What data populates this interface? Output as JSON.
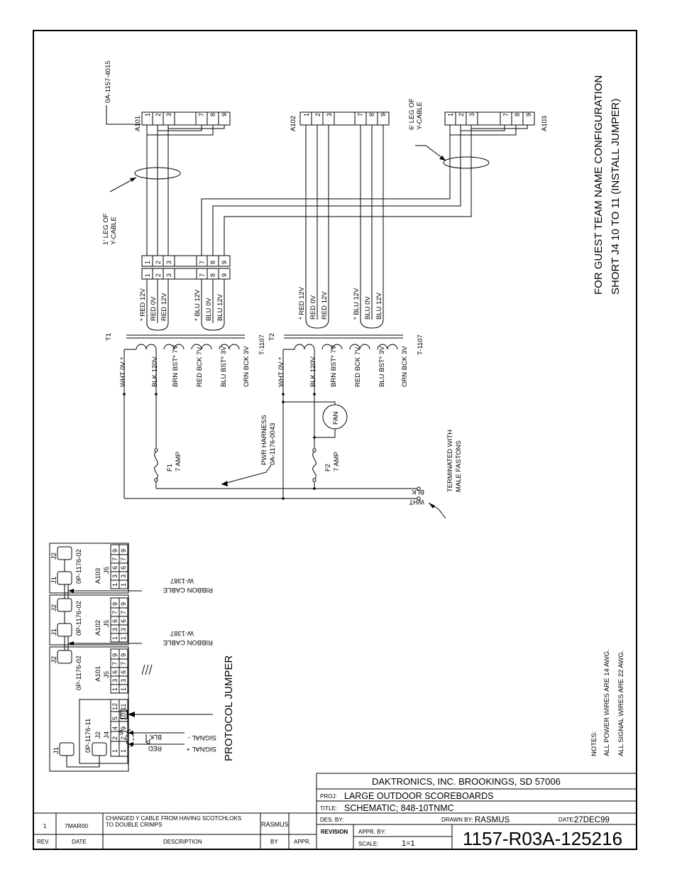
{
  "configuration_note": {
    "line1": "FOR GUEST TEAM NAME CONFIGURATION",
    "line2": "SHORT J4 10 TO 11 (INSTALL JUMPER)"
  },
  "connectors": {
    "a101": "A101",
    "a102": "A102",
    "a103": "A103",
    "part_number": "0A-1157-4015",
    "pins_top": [
      "1",
      "2",
      "3"
    ],
    "pins_bottom": [
      "7",
      "8",
      "9"
    ]
  },
  "cable_legs": {
    "short_leg": "1' LEG OF",
    "long_leg": "6' LEG OF",
    "ycable": "Y-CABLE"
  },
  "transformers": {
    "t1": "T1",
    "t2": "T2",
    "part": "T-1107",
    "t1_secondary": [
      "* RED 12V",
      "RED 0V",
      "RED 12V",
      "* BLU 12V",
      "BLU 0V",
      "BLU 12V"
    ],
    "t2_secondary": [
      "* RED 12V",
      "RED 0V",
      "RED 12V",
      "* BLU 12V",
      "BLU 0V",
      "BLU 12V"
    ],
    "primary_labels": [
      "WHT 0V *",
      "BLK 120V",
      "BRN BST* 7V",
      "RED BCK 7V",
      "BLU BST* 3V",
      "ORN BCK 3V"
    ]
  },
  "power": {
    "harness_line1": "PWR HARNESS",
    "harness_line2": "0A-1176-0043",
    "fuse1_name": "F1",
    "fuse1_rating": "7 AMP",
    "fuse2_name": "F2",
    "fuse2_rating": "7 AMP",
    "fan": "FAN",
    "blk": "BLK",
    "wht": "WHT",
    "terminated_line1": "TERMINATED WITH",
    "terminated_line2": "MALE FASTONS"
  },
  "boards": {
    "b1_name": "A101",
    "b2_name": "A102",
    "b3_name": "A103",
    "driver_part": "0P-1176-02",
    "input_part": "0P-1176-11",
    "j1": "J1",
    "j2": "J2",
    "j4": "J4",
    "j5": "J5",
    "j5_top": [
      "1",
      "3",
      "6",
      "7",
      "9"
    ],
    "j5_bottom": [
      "1",
      "3",
      "6",
      "7",
      "9"
    ],
    "j4_top": [
      "1",
      "2",
      "4",
      "5",
      "12"
    ],
    "j4_bottom": [
      "1",
      "2",
      "9",
      "10",
      "11"
    ]
  },
  "ribbon": {
    "cable_label": "RIBBON CABLE",
    "part": "W-1387"
  },
  "signal": {
    "minus": "SIGNAL -",
    "plus": "SIGNAL +",
    "blk": "BLK",
    "red": "RED",
    "p_label": "P",
    "s_label": "S"
  },
  "protocol_jumper": "PROTOCOL JUMPER",
  "notes": {
    "heading": "NOTES:",
    "line1": "ALL POWER WIRES ARE 14 AWG.",
    "line2": "ALL SIGNAL WIRES ARE 22 AWG."
  },
  "title_block": {
    "company": "DAKTRONICS, INC.   BROOKINGS, SD 57006",
    "proj_label": "PROJ:",
    "proj_value": "LARGE OUTDOOR SCOREBOARDS",
    "title_label": "TITLE:",
    "title_value": "SCHEMATIC; 848-10TNMC",
    "des_label": "DES. BY:",
    "drawn_label": "DRAWN BY:",
    "drawn_value": "RASMUS",
    "date_label": "DATE:",
    "date_value": "27DEC99",
    "revision_label": "REVISION",
    "appr_label": "APPR. BY:",
    "scale_label": "SCALE:",
    "scale_value": "1=1",
    "drawing_number": "1157-R03A-125216"
  },
  "revision_table": {
    "rows": [
      {
        "rev": "1",
        "date": "7MAR00",
        "description_line1": "CHANGED Y CABLE FROM HAVING SCOTCHLOKS",
        "description_line2": "TO DOUBLE CRIMPS",
        "by": "RASMUS",
        "appr": ""
      }
    ],
    "headers": {
      "rev": "REV.",
      "date": "DATE",
      "description": "DESCRIPTION",
      "by": "BY",
      "appr": "APPR."
    }
  }
}
